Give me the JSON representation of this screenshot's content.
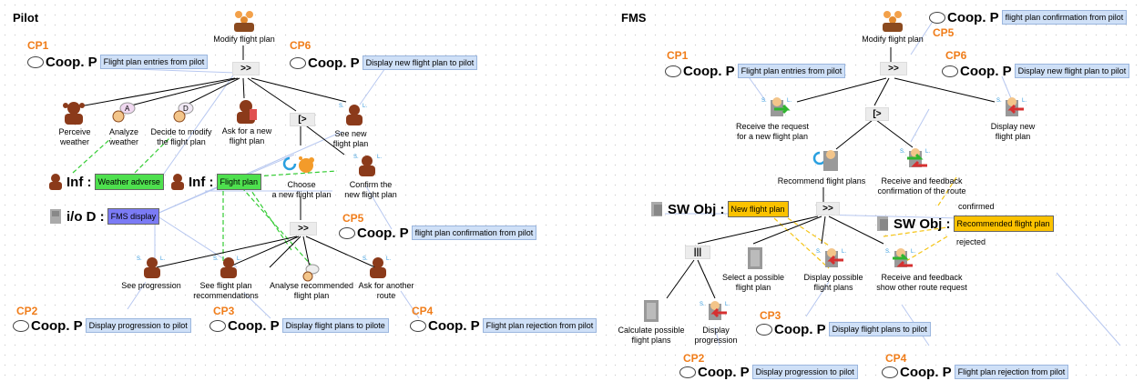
{
  "pilot": {
    "title": "Pilot",
    "root_label": "Modify flight plan",
    "ops": {
      "root": ">>",
      "enable": "[>",
      "seq2": ">>"
    },
    "tasks": {
      "perceive_weather": "Perceive\nweather",
      "analyze_weather": "Analyze\nweather",
      "decide_modify": "Decide to modify\nthe flight plan",
      "ask_new": "Ask for a new\nflight plan",
      "see_new": "See new\nflight plan",
      "choose_new": "Choose\na new flight plan",
      "confirm_new": "Confirm the\nnew flight plan",
      "see_progression": "See progression",
      "see_recommendations": "See flight plan\nrecommendations",
      "analyse_recommended": "Analyse recommended\nflight plan",
      "ask_another": "Ask for another\nroute"
    },
    "info_items": [
      {
        "kw": "Inf :",
        "val": "Weather adverse"
      },
      {
        "kw": "Inf :",
        "val": "Flight plan"
      },
      {
        "kw": "i/o D :",
        "val": "FMS display"
      }
    ],
    "coop": [
      {
        "cp": "CP1",
        "kw": "Coop. P",
        "val": "Flight plan entries from pilot"
      },
      {
        "cp": "CP6",
        "kw": "Coop. P",
        "val": "Display new flight plan to pilot"
      },
      {
        "cp": "CP5",
        "kw": "Coop. P",
        "val": "flight plan confirmation from pilot"
      },
      {
        "cp": "CP2",
        "kw": "Coop. P",
        "val": "Display progression to pilot"
      },
      {
        "cp": "CP3",
        "kw": "Coop. P",
        "val": "Display flight plans to pilote"
      },
      {
        "cp": "CP4",
        "kw": "Coop. P",
        "val": "Flight plan rejection from pilot"
      }
    ]
  },
  "fms": {
    "title": "FMS",
    "root_label": "Modify flight plan",
    "ops": {
      "root": ">>",
      "enable": "[>",
      "seq2": ">>",
      "par": "|||"
    },
    "tasks": {
      "receive_request": "Receive the request\nfor a new flight plan",
      "display_new": "Display new\nflight plan",
      "recommend": "Recommend flight plans",
      "receive_feedback_confirm": "Receive and feedback\nconfirmation of the route",
      "select_possible": "Select a possible\nflight plan",
      "display_possible": "Display possible\nflight plans",
      "receive_feedback_other": "Receive and feedback\nshow other route request",
      "calculate": "Calculate possible\nflight plans",
      "display_progression": "Display\nprogression"
    },
    "sw_objects": [
      {
        "kw": "SW Obj :",
        "val": "New flight plan"
      },
      {
        "kw": "SW Obj :",
        "val": "Recommended flight plan"
      }
    ],
    "notes": {
      "confirmed": "confirmed",
      "rejected": "rejected"
    },
    "coop": [
      {
        "cp": "CP5",
        "kw": "Coop. P",
        "val": "flight plan confirmation from pilot"
      },
      {
        "cp": "CP1",
        "kw": "Coop. P",
        "val": "Flight plan entries from pilot"
      },
      {
        "cp": "CP6",
        "kw": "Coop. P",
        "val": "Display new flight plan to pilot"
      },
      {
        "cp": "CP3",
        "kw": "Coop. P",
        "val": "Display flight plans to pilot"
      },
      {
        "cp": "CP2",
        "kw": "Coop. P",
        "val": "Display progression to pilot"
      },
      {
        "cp": "CP4",
        "kw": "Coop. P",
        "val": "Flight plan rejection from pilot"
      }
    ]
  },
  "colors": {
    "cp_label": "#f07d1a",
    "coop_fill": "#cfe0f7",
    "info_green": "#4ee04e",
    "io_blue": "#7b7bf5",
    "sw_yellow": "#fbc200",
    "link_blue": "#b8c8f0",
    "link_green": "#33cc33",
    "link_yellow": "#f5c518"
  }
}
